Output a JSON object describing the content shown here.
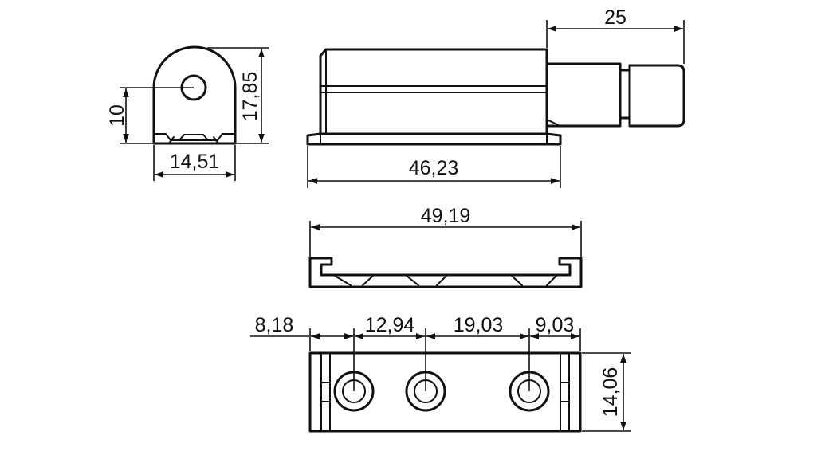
{
  "dimensions": {
    "side_hole_height": "10",
    "side_total_height": "17,85",
    "side_width": "14,51",
    "front_body_length": "46,23",
    "front_plunger_length": "25",
    "track_length": "49,19",
    "base_offset_1": "8,18",
    "base_offset_2": "12,94",
    "base_offset_3": "19,03",
    "base_offset_4": "9,03",
    "base_width": "14,06"
  },
  "colors": {
    "line": "#111111",
    "background": "#ffffff"
  }
}
